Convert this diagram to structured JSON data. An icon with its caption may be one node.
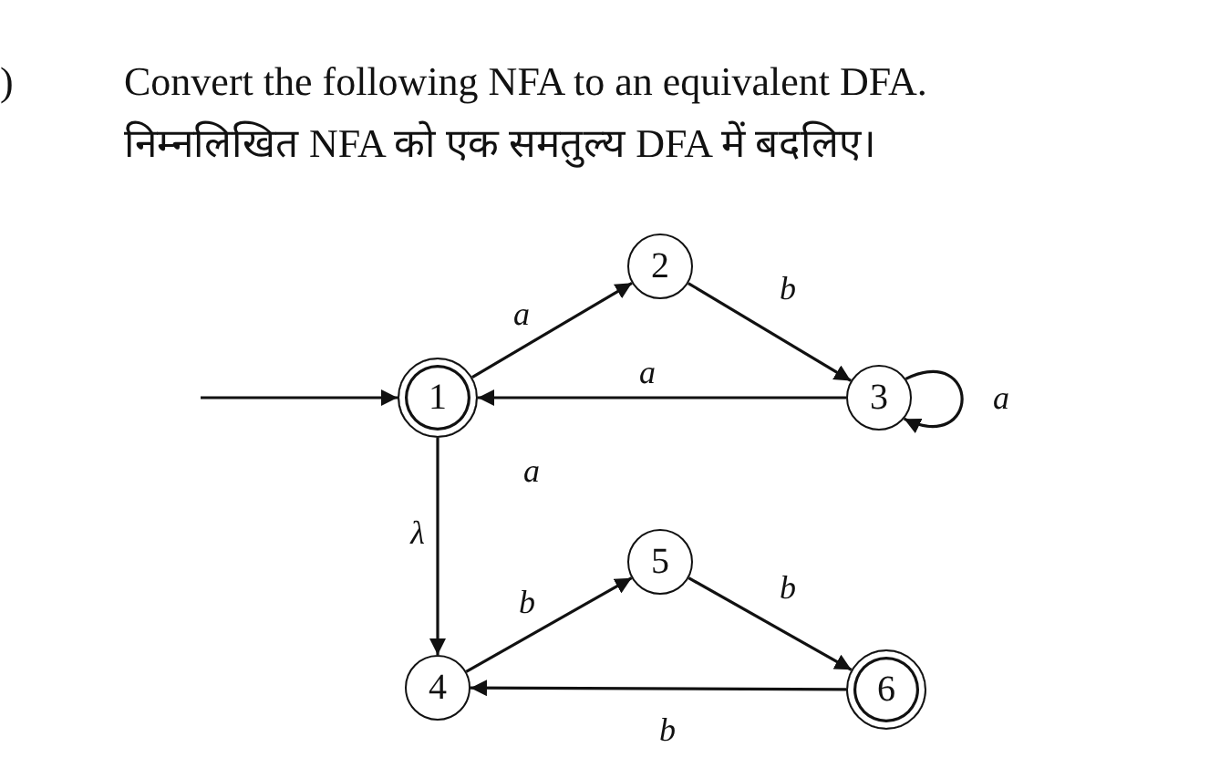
{
  "diagram": {
    "title": "Convert the following NFA to an equivalent DFA.",
    "nodes": [
      {
        "text": [
          "1"
        ]
      },
      {
        "text": [
          "2"
        ]
      },
      {
        "text": [
          "3"
        ]
      },
      {
        "text": [
          "4"
        ]
      },
      {
        "text": [
          "5"
        ]
      },
      {
        "text": [
          "6"
        ]
      }
    ],
    "edges": [
      {
        "from": null,
        "to": 0,
        "arrow": "to"
      },
      {
        "from": 0,
        "to": 1,
        "arrow": "to",
        "label": "a"
      },
      {
        "from": 1,
        "to": 2,
        "arrow": "to",
        "label": "b"
      },
      {
        "from": 2,
        "to": 0,
        "arrow": "to",
        "label": "a"
      },
      {
        "from": 2,
        "to": 2,
        "arrow": "to",
        "label": "a"
      },
      {
        "from": 0,
        "to": 3,
        "arrow": "to",
        "label": "λ"
      },
      {
        "from": 3,
        "to": 4,
        "arrow": "to",
        "label": "b"
      },
      {
        "from": 4,
        "to": 5,
        "arrow": "to",
        "label": "b"
      },
      {
        "from": 5,
        "to": 3,
        "arrow": "to",
        "label": "b"
      }
    ],
    "labels": [
      ")",
      "निम्नलिखित NFA को एक समतुल्य DFA में बदलिए।",
      "a"
    ]
  }
}
